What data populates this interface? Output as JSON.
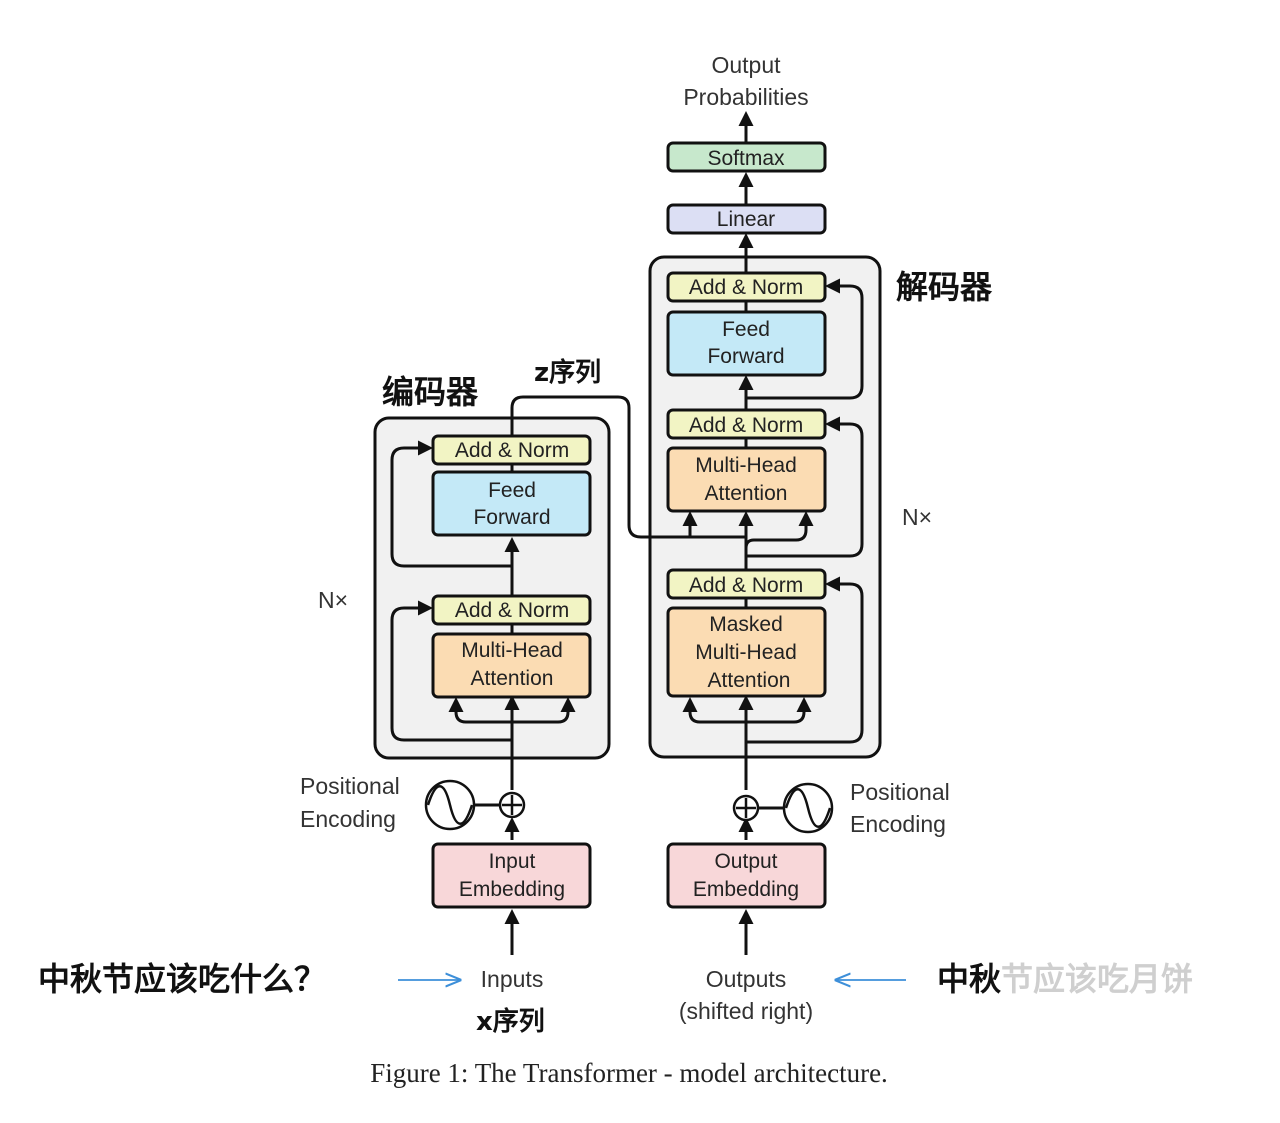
{
  "diagram": {
    "output_label_line1": "Output",
    "output_label_line2": "Probabilities",
    "softmax": "Softmax",
    "linear": "Linear",
    "decoder_cn": "解码器",
    "encoder_cn": "编码器",
    "z_sequence": "z序列",
    "x_sequence": "x序列",
    "encoder": {
      "add_norm_top": "Add & Norm",
      "feed_forward_1": "Feed",
      "feed_forward_2": "Forward",
      "add_norm_bottom": "Add & Norm",
      "mha_1": "Multi-Head",
      "mha_2": "Attention",
      "nx": "N×"
    },
    "decoder": {
      "add_norm_1": "Add & Norm",
      "feed_forward_1": "Feed",
      "feed_forward_2": "Forward",
      "add_norm_2": "Add & Norm",
      "mha_1": "Multi-Head",
      "mha_2": "Attention",
      "add_norm_3": "Add & Norm",
      "masked_1": "Masked",
      "masked_2": "Multi-Head",
      "masked_3": "Attention",
      "nx": "N×"
    },
    "pos_enc_left_1": "Positional",
    "pos_enc_left_2": "Encoding",
    "pos_enc_right_1": "Positional",
    "pos_enc_right_2": "Encoding",
    "input_embedding_1": "Input",
    "input_embedding_2": "Embedding",
    "output_embedding_1": "Output",
    "output_embedding_2": "Embedding",
    "inputs": "Inputs",
    "outputs_1": "Outputs",
    "outputs_2": "(shifted right)",
    "input_question_cn": "中秋节应该吃什么？",
    "output_answer_cn_black": "中秋",
    "output_answer_cn_grey": "节应该吃月饼",
    "caption": "Figure 1: The Transformer - model architecture."
  },
  "colors": {
    "add_norm": "#f2f4c4",
    "feed_forward": "#c4e9f7",
    "attention": "#fbdcb3",
    "embedding": "#f8d7d9",
    "softmax": "#c7e8cc",
    "linear": "#dcdff4",
    "stack_bg": "#f1f1f1",
    "arrow_blue": "#3d8fd9"
  }
}
